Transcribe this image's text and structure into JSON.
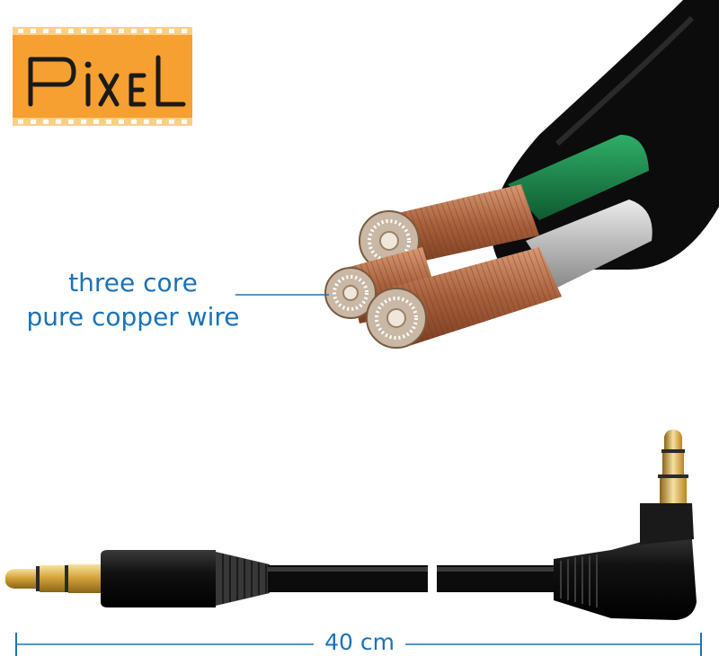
{
  "logo": {
    "text": "PixeL"
  },
  "callout": {
    "line1": "three core",
    "line2": "pure copper wire"
  },
  "measurement": {
    "label": "40 cm"
  },
  "colors": {
    "accent_text": "#1a72b8",
    "logo_orange": "#f5a030",
    "cable_black": "#0c0c0c",
    "core_green": "#1f8a50",
    "core_silver": "#bdbdbd",
    "copper": "#b8714a",
    "gold": "#d6a53a"
  }
}
